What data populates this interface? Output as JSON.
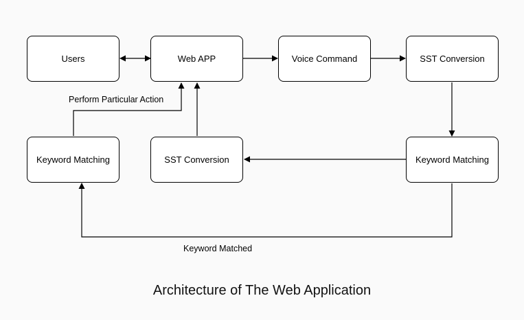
{
  "nodes": {
    "users": "Users",
    "webapp": "Web APP",
    "voice": "Voice Command",
    "sst_top": "SST Conversion",
    "kw_left": "Keyword Matching",
    "sst_bottom": "SST Conversion",
    "kw_right": "Keyword Matching"
  },
  "edge_labels": {
    "perform": "Perform Particular Action",
    "matched": "Keyword Matched"
  },
  "caption": "Architecture of The Web Application"
}
